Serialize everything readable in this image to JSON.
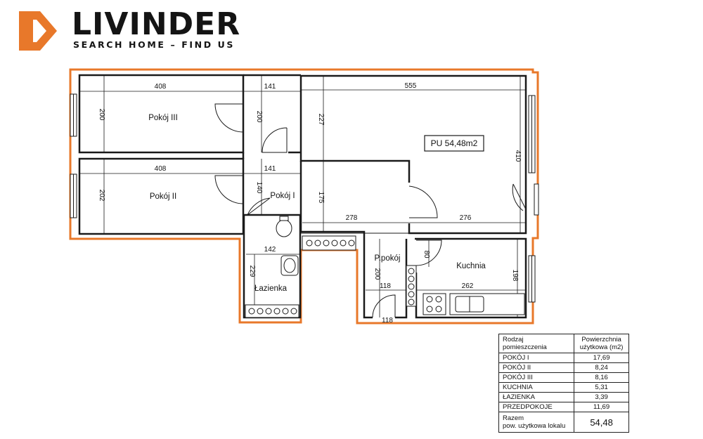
{
  "header": {
    "brand": "LIVINDER",
    "tagline": "SEARCH HOME – FIND US",
    "accent_color": "#e8782a",
    "icon": "livinder-logo-icon"
  },
  "plan": {
    "rooms": {
      "pokoj3": "Pokój III",
      "pokoj2": "Pokój II",
      "pokoj1": "Pokój I",
      "lazienka": "Łazienka",
      "ppokoj": "P.pokój",
      "kuchnia": "Kuchnia"
    },
    "total_label": "PU 54,48m2",
    "dimensions": {
      "p3_width": "408",
      "p3_height": "200",
      "corr_top_width": "141",
      "corr_top_height": "200",
      "big_width": "555",
      "big_left_height": "227",
      "big_right_height": "410",
      "p2_width": "408",
      "p2_height": "202",
      "corr_mid_width": "141",
      "corr_mid_height": "140",
      "mid_height": "175",
      "mid_width_left": "278",
      "mid_width_right": "276",
      "bath_width": "142",
      "bath_height": "229",
      "hall_height": "200",
      "hall_width": "118",
      "hall_door": "118",
      "kitchen_door": "80",
      "kitchen_width": "262",
      "kitchen_height": "198"
    }
  },
  "area_table": {
    "header_room": [
      "Rodzaj",
      "pomieszczenia"
    ],
    "header_area": [
      "Powierzchnia",
      "użytkowa (m2)"
    ],
    "rows": [
      {
        "room": "POKÓJ I",
        "area": "17,69"
      },
      {
        "room": "POKÓJ II",
        "area": "8,24"
      },
      {
        "room": "POKÓJ III",
        "area": "8,16"
      },
      {
        "room": "KUCHNIA",
        "area": "5,31"
      },
      {
        "room": "ŁAZIENKA",
        "area": "3,39"
      },
      {
        "room": "PRZEDPOKOJE",
        "area": "11,69"
      }
    ],
    "total_label": [
      "Razem",
      "pow. użytkowa lokalu"
    ],
    "total_value": "54,48"
  }
}
